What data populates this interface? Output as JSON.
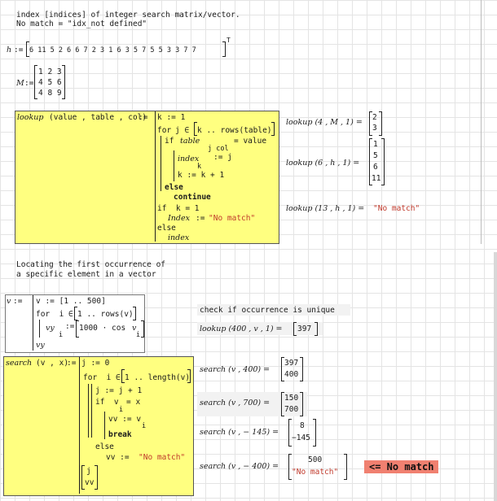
{
  "header": {
    "line1": "index [indices] of integer search matrix/vector.",
    "line2": "No match = \"idx_not defined\""
  },
  "h_def": {
    "lhs": "h",
    "assign": ":=",
    "values": "6 11 5 2 6 6 7 2 3 1 6 3 5 7 5 5 3 3 7 7",
    "sup": "T"
  },
  "m_def": {
    "lhs": "M",
    "assign": ":=",
    "rows": [
      "1 2 3",
      "4 5 6",
      "4 8 9"
    ]
  },
  "lookup": {
    "lhs": "lookup",
    "params": "(value , table , col)",
    "assign": ":=",
    "lines": {
      "k1": "k := 1",
      "for": "for",
      "for_var": "j ∈",
      "for_range": "k .. rows(table)",
      "if": "if",
      "table": "table",
      "sub": "j col",
      "eqval": "= value",
      "index": "index",
      "index_sub": "k",
      "index_assign": ":= j",
      "kinc": "k := k + 1",
      "else1": "else",
      "continue": "continue",
      "ifk": "if  k = 1",
      "Index": "Index",
      "nomatch_assign": ":= ",
      "nomatch": "\"No match\"",
      "else2": "else",
      "index_ret": "index"
    }
  },
  "lookup_results": [
    {
      "call": "lookup (4 , M , 1) =",
      "values": [
        "2",
        "3"
      ]
    },
    {
      "call": "lookup (6 , h , 1) =",
      "values": [
        "1",
        "5",
        "6",
        "11"
      ]
    },
    {
      "call": "lookup (13 , h , 1) =",
      "result": "\"No match\""
    }
  ],
  "locating": {
    "line1": "Locating the first occurrence of",
    "line2": "a specific element in a vector"
  },
  "v_def": {
    "lhs": "v",
    "assign": ":=",
    "l1": "v := [1 .. 500]",
    "for": "for  i ∈",
    "for_range": "1 .. rows(v)",
    "vy": "vy",
    "vy_sub": "i",
    "vy_assign": ":=",
    "cos": "1000 · cos",
    "cos_arg": "v",
    "cos_sub": "i",
    "ret": "vy"
  },
  "unique": {
    "label": "check if occurrence is unique",
    "call": "lookup (400 , v , 1) =",
    "result": "397"
  },
  "search": {
    "lhs": "search",
    "params": "(v , x)",
    "assign": ":=",
    "lines": {
      "j0": "j := 0",
      "for": "for  i ∈",
      "for_range": "1 .. length(v)",
      "jinc": "j := j + 1",
      "if": "if  v",
      "if_sub": "i",
      "eqx": "= x",
      "vv": "vv := v",
      "vv_sub": "i",
      "break": "break",
      "else": "else",
      "vvno": "vv := ",
      "nomatch": "\"No match\"",
      "ret1": "j",
      "ret2": "vv"
    }
  },
  "search_results": [
    {
      "call": "search (v , 400) =",
      "values": [
        "397",
        "400"
      ]
    },
    {
      "call": "search (v , 700) =",
      "values": [
        "150",
        "700"
      ]
    },
    {
      "call": "search (v , − 145) =",
      "values": [
        "8",
        "−145"
      ]
    },
    {
      "call": "search (v , − 400) =",
      "values": [
        "500",
        "\"No match\""
      ]
    }
  ],
  "alert": {
    "label": "<= No match"
  },
  "colors": {
    "yellow": "#ffff80",
    "alert": "#f08070",
    "string": "#c0392b"
  }
}
